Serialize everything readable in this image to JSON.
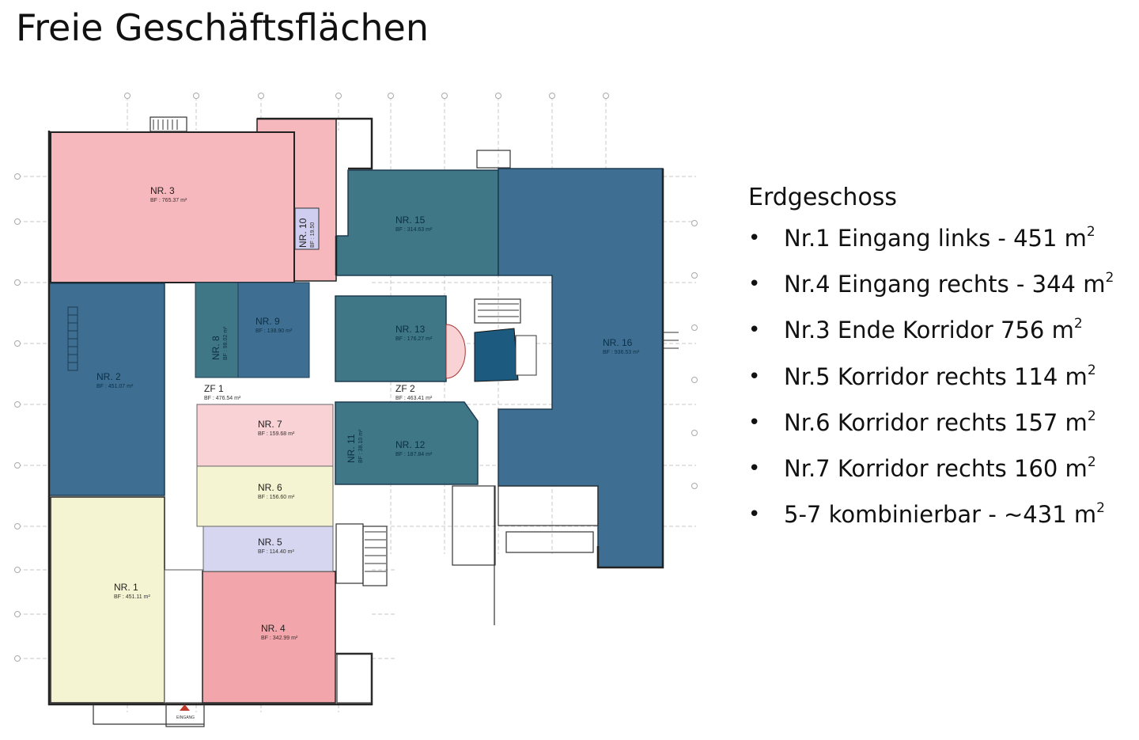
{
  "title": "Freie Geschäftsflächen",
  "floor": {
    "heading": "Erdgeschoss",
    "items": [
      {
        "text": "Nr.1 Eingang links - 451 m",
        "sup": "2"
      },
      {
        "text": "Nr.4 Eingang rechts - 344 m",
        "sup": "2"
      },
      {
        "text": "Nr.3 Ende Korridor 756 m",
        "sup": "2"
      },
      {
        "text": "Nr.5 Korridor rechts 114 m",
        "sup": "2"
      },
      {
        "text": "Nr.6 Korridor rechts 157 m",
        "sup": "2"
      },
      {
        "text": "Nr.7 Korridor rechts 160 m",
        "sup": "2"
      },
      {
        "text": "5-7 kombinierbar - ~431 m",
        "sup": "2"
      }
    ]
  },
  "plan": {
    "units": {
      "nr1": {
        "name": "NR. 1",
        "area": "BF : 451.11 m²"
      },
      "nr2": {
        "name": "NR. 2",
        "area": "BF : 451.07 m²"
      },
      "nr3": {
        "name": "NR. 3",
        "area": "BF : 765.37 m²"
      },
      "nr4": {
        "name": "NR. 4",
        "area": "BF : 342.99 m²"
      },
      "nr5": {
        "name": "NR. 5",
        "area": "BF : 114.40 m²"
      },
      "nr6": {
        "name": "NR. 6",
        "area": "BF : 156.60 m²"
      },
      "nr7": {
        "name": "NR. 7",
        "area": "BF : 159.68 m²"
      },
      "nr8": {
        "name": "NR. 8",
        "area": "BF : 98.02 m²"
      },
      "nr9": {
        "name": "NR. 9",
        "area": "BF : 138.90 m²"
      },
      "nr10": {
        "name": "NR. 10",
        "area": "BF : 19.50"
      },
      "nr11": {
        "name": "NR. 11",
        "area": "BF : 38.10 m²"
      },
      "nr12": {
        "name": "NR. 12",
        "area": "BF : 187.84 m²"
      },
      "nr13": {
        "name": "NR. 13",
        "area": "BF : 176.27 m²"
      },
      "nr15": {
        "name": "NR. 15",
        "area": "BF : 314.63 m²"
      },
      "nr16": {
        "name": "NR. 16",
        "area": "BF : 936.53 m²"
      },
      "zf1": {
        "name": "ZF 1",
        "area": "BF : 476.54 m²"
      },
      "zf2": {
        "name": "ZF 2",
        "area": "BF : 463.41 m²"
      }
    },
    "entrance": "EINGANG",
    "colors": {
      "pink": "#f6b8bd",
      "pink_light": "#f8d2d5",
      "yellow": "#f5f4d2",
      "lavender": "#d7d6f0",
      "blue": "#3e6f92",
      "teal": "#3f7787",
      "red_pink": "#f2a6ab"
    }
  }
}
